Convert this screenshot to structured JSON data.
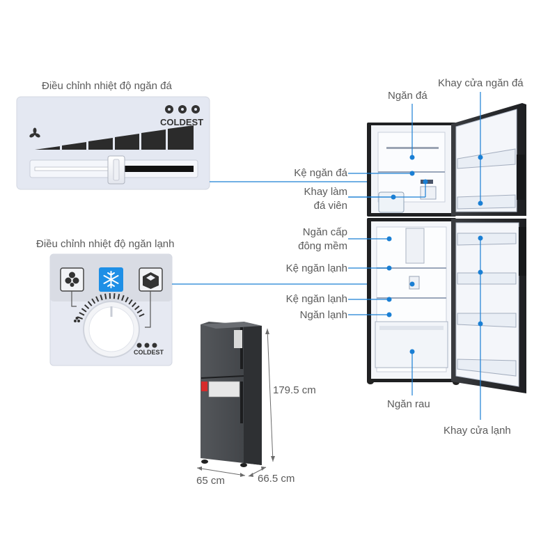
{
  "colors": {
    "accent": "#1a7fd4",
    "door": "#2c2e31",
    "interior": "#f3f5f9",
    "panel": "#e6e9f2",
    "dial_blue": "#1e8fe6"
  },
  "freezer_control": {
    "title": "Điều chỉnh nhiệt độ ngăn đá",
    "coldest": "COLDEST"
  },
  "fridge_control": {
    "title": "Điều chỉnh nhiệt độ ngăn lạnh",
    "coldest": "COLDEST"
  },
  "labels": {
    "ngan_da": "Ngăn đá",
    "khay_cua_ngan_da": "Khay cửa ngăn đá",
    "ke_ngan_da": "Kệ ngăn đá",
    "khay_lam_da_1": "Khay làm",
    "khay_lam_da_2": "đá viên",
    "ngan_cap_dong_1": "Ngăn cấp",
    "ngan_cap_dong_2": "đông mềm",
    "ke_ngan_lanh_1": "Kệ ngăn lạnh",
    "ke_ngan_lanh_2": "Kệ ngăn lạnh",
    "ngan_lanh": "Ngăn lạnh",
    "ngan_rau": "Ngăn rau",
    "khay_cua_lanh": "Khay cửa lạnh"
  },
  "dimensions": {
    "height": "179.5 cm",
    "width": "65 cm",
    "depth": "66.5  cm"
  },
  "icons": [
    "fan-icon",
    "three-fans-icon",
    "snowflake-icon",
    "leaves-icon",
    "ice-cube-icon"
  ]
}
